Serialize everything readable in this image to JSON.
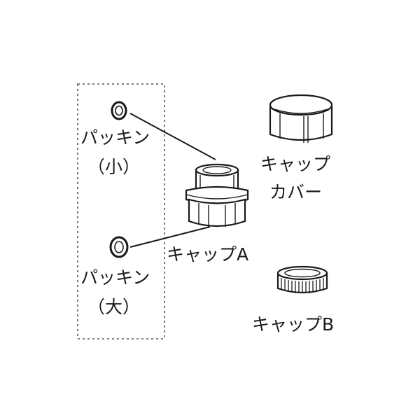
{
  "parts": {
    "packing_small": {
      "label_line1": "パッキン",
      "label_line2": "（小）"
    },
    "packing_large": {
      "label_line1": "パッキン",
      "label_line2": "（大）"
    },
    "cap_a": {
      "label": "キャップA"
    },
    "cap_cover": {
      "label_line1": "キャップ",
      "label_line2": "カバー"
    },
    "cap_b": {
      "label": "キャップB"
    }
  }
}
